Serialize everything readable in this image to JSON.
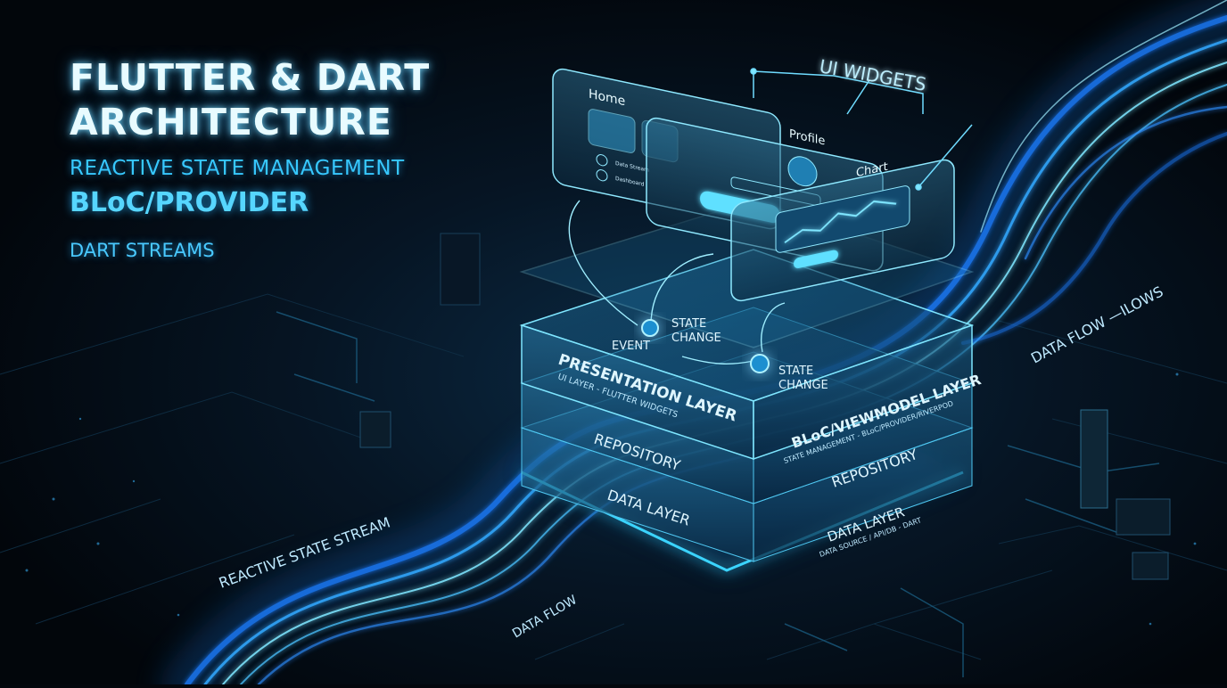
{
  "title": {
    "line1": "FLUTTER & DART",
    "line2": "ARCHITECTURE",
    "sub1": "REACTIVE STATE MANAGEMENT",
    "sub2": "BLoC/PROVIDER",
    "sub3": "DART STREAMS"
  },
  "labels": {
    "ui_widgets": "UI WIDGETS",
    "state_change_1": "STATE\nCHANGE",
    "state_change_2": "STATE\nCHANGE",
    "event": "EVENT",
    "data_flow_right": "DATA FLOW —ILOWS",
    "reactive_stream": "REACTIVE STATE STREAM",
    "data_flow_bottom": "DATA FLOW"
  },
  "screens": {
    "home": {
      "title": "Home",
      "items": [
        "Data Stream",
        "Dashboard"
      ]
    },
    "profile": {
      "title": "Profile",
      "button": ""
    },
    "chart": {
      "title": "Chart",
      "subtitle": ""
    }
  },
  "layers": {
    "presentation": {
      "title": "PRESENTATION LAYER",
      "sub": "UI LAYER - FLUTTER WIDGETS"
    },
    "bloc": {
      "title": "BLoC/VIEWMODEL LAYER",
      "sub": "STATE MANAGEMENT - BLoC/PROVIDER/RIVERPOD"
    },
    "repo_left": "REPOSITORY",
    "repo_right": "REPOSITORY",
    "data_left": "DATA LAYER",
    "data_right": {
      "title": "DATA LAYER",
      "sub": "DATA SOURCE / API/DB - DART"
    }
  },
  "colors": {
    "background": "#03070d",
    "accent": "#38c8ff",
    "glow": "#7fe6ff",
    "stream": "#1e90ff"
  }
}
